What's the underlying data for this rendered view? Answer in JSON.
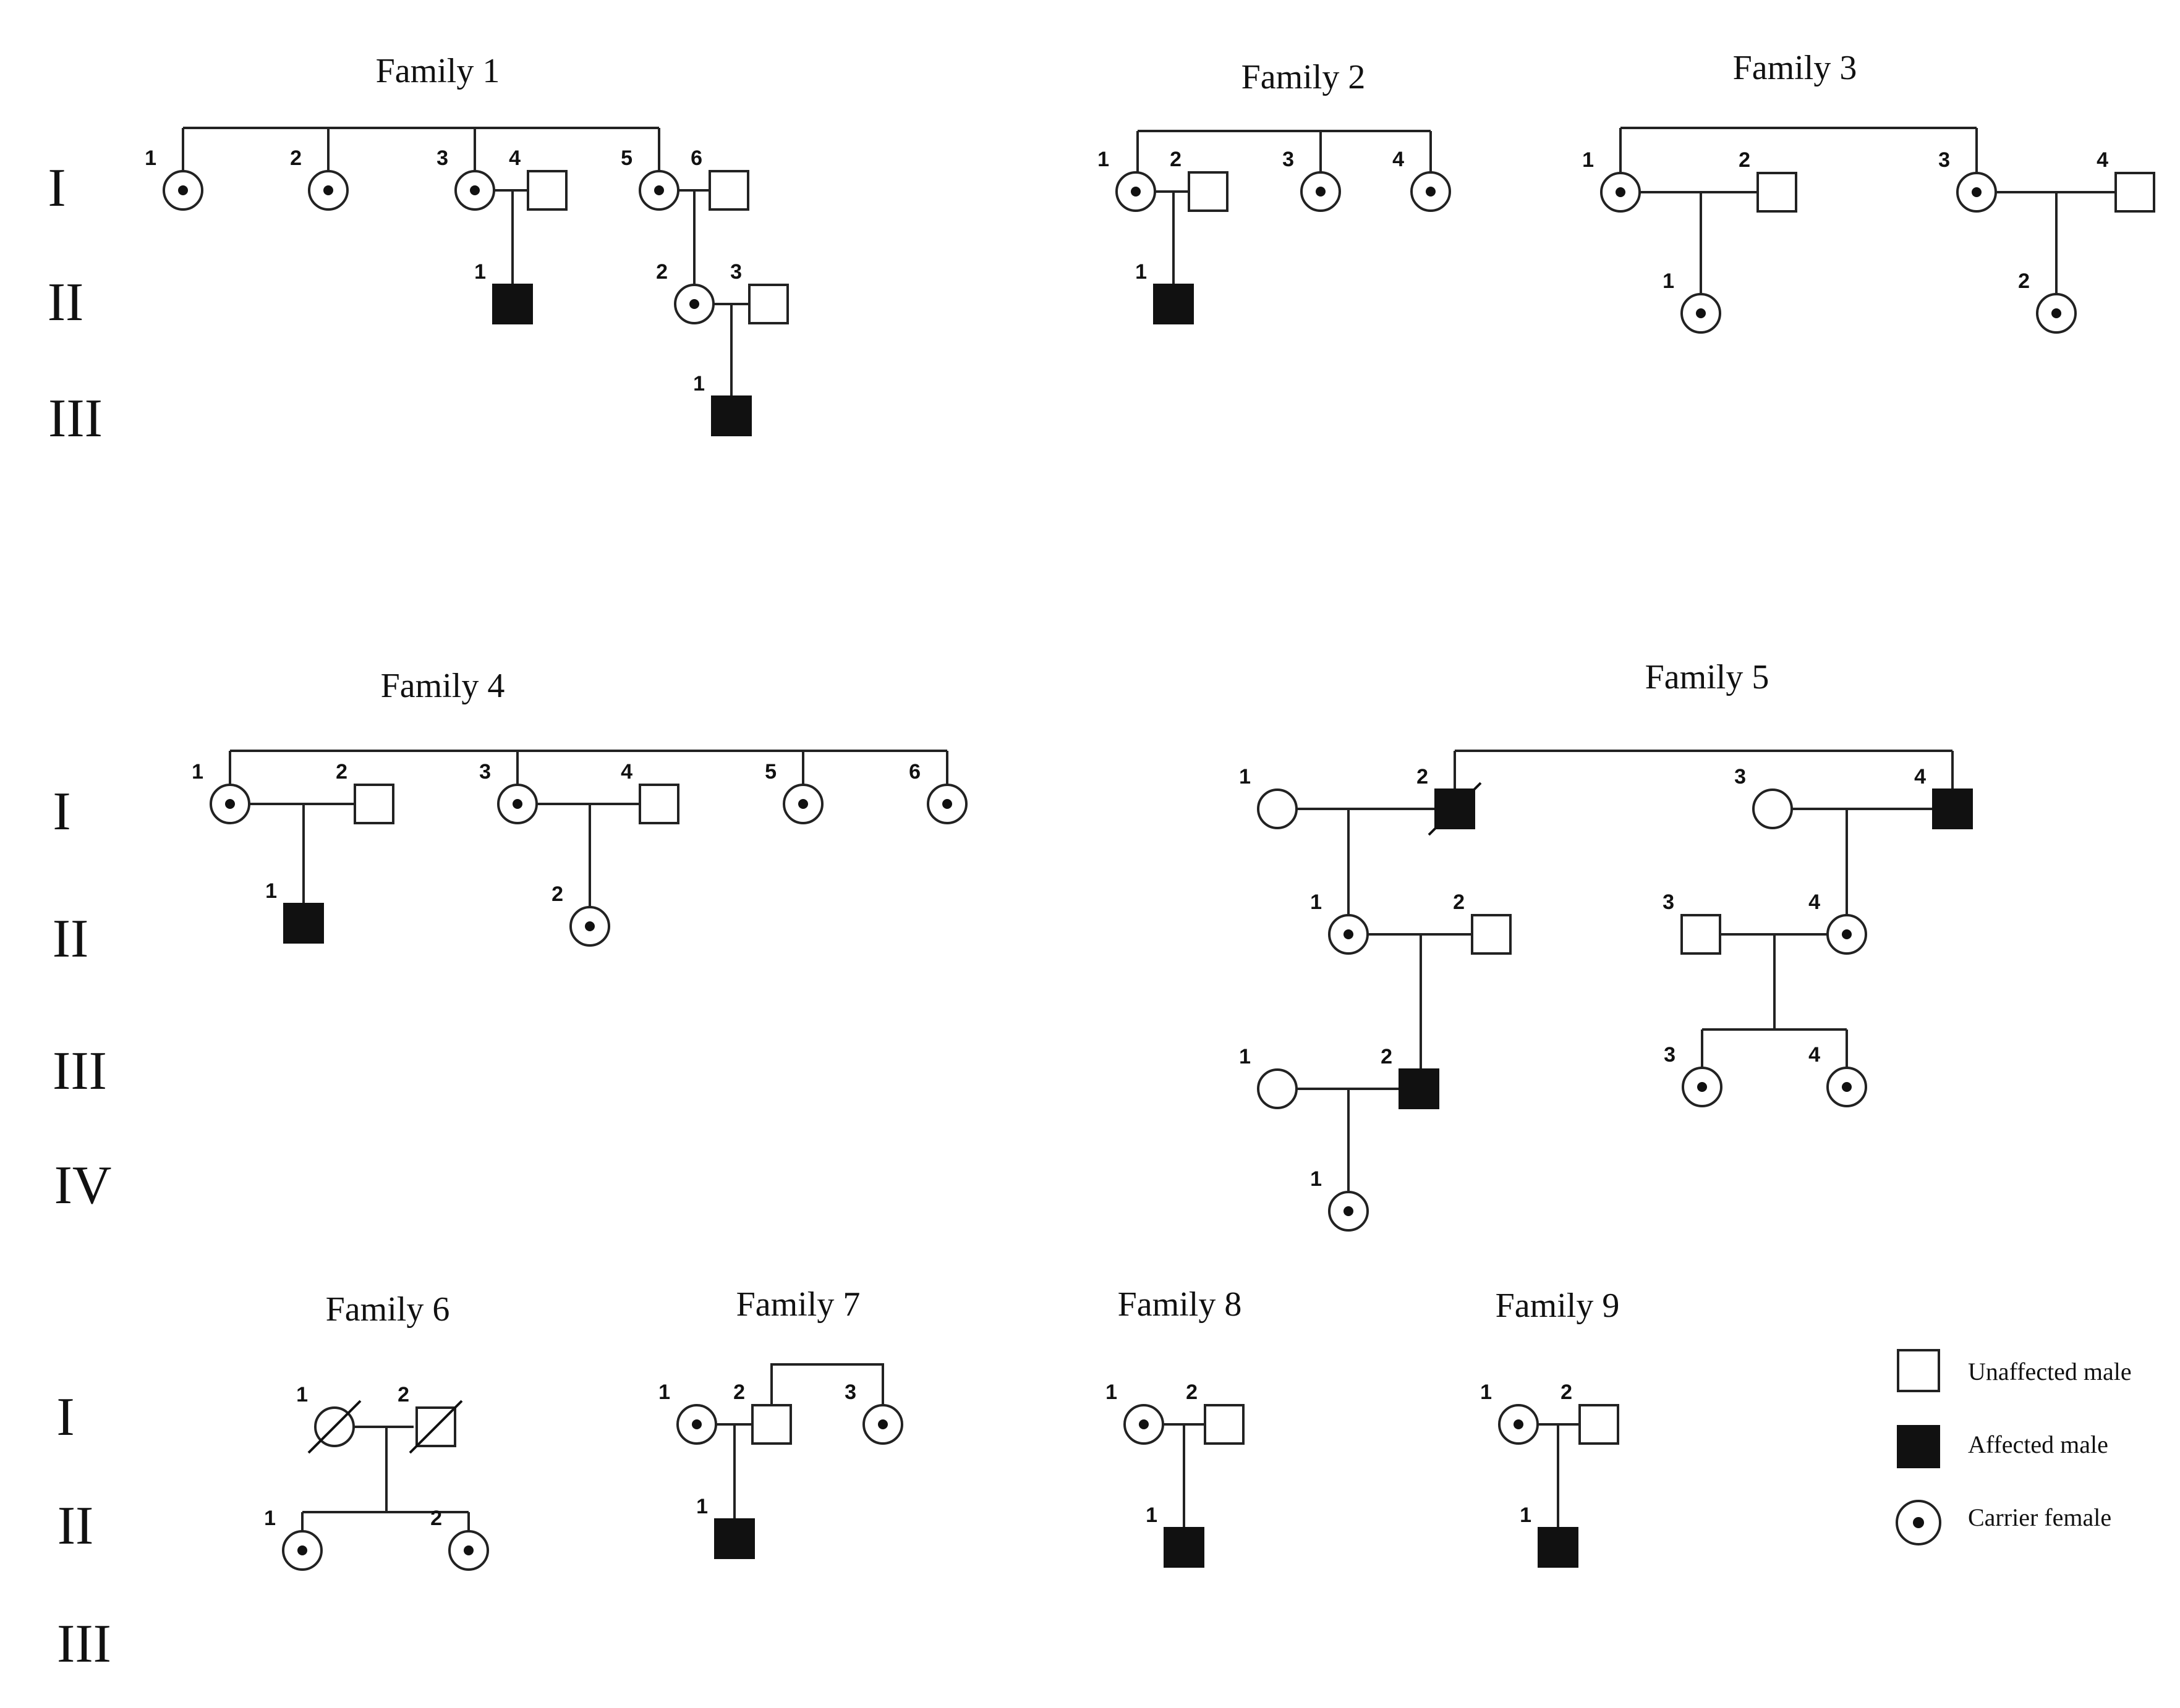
{
  "figure": {
    "legend": {
      "unaffected_male": "Unaffected male",
      "affected_male": "Affected male",
      "carrier_female": "Carrier female"
    },
    "families": [
      {
        "title": "Family 1",
        "generations": [
          "I",
          "II",
          "III"
        ],
        "individuals": [
          {
            "id": "I-1",
            "num": "1",
            "sex": "female",
            "status": "carrier"
          },
          {
            "id": "I-2",
            "num": "2",
            "sex": "female",
            "status": "carrier"
          },
          {
            "id": "I-3",
            "num": "3",
            "sex": "female",
            "status": "carrier"
          },
          {
            "id": "I-4",
            "num": "4",
            "sex": "male",
            "status": "unaffected"
          },
          {
            "id": "I-5",
            "num": "5",
            "sex": "female",
            "status": "carrier"
          },
          {
            "id": "I-6",
            "num": "6",
            "sex": "male",
            "status": "unaffected"
          },
          {
            "id": "II-1",
            "num": "1",
            "sex": "male",
            "status": "affected"
          },
          {
            "id": "II-2",
            "num": "2",
            "sex": "female",
            "status": "carrier"
          },
          {
            "id": "II-3",
            "num": "3",
            "sex": "male",
            "status": "unaffected"
          },
          {
            "id": "III-1",
            "num": "1",
            "sex": "male",
            "status": "affected"
          }
        ]
      },
      {
        "title": "Family 2",
        "generations": [],
        "individuals": [
          {
            "id": "I-1",
            "num": "1",
            "sex": "female",
            "status": "carrier"
          },
          {
            "id": "I-2",
            "num": "2",
            "sex": "male",
            "status": "unaffected"
          },
          {
            "id": "I-3",
            "num": "3",
            "sex": "female",
            "status": "carrier"
          },
          {
            "id": "I-4",
            "num": "4",
            "sex": "female",
            "status": "carrier"
          },
          {
            "id": "II-1",
            "num": "1",
            "sex": "male",
            "status": "affected"
          }
        ]
      },
      {
        "title": "Family 3",
        "generations": [],
        "individuals": [
          {
            "id": "I-1",
            "num": "1",
            "sex": "female",
            "status": "carrier"
          },
          {
            "id": "I-2",
            "num": "2",
            "sex": "male",
            "status": "unaffected"
          },
          {
            "id": "I-3",
            "num": "3",
            "sex": "female",
            "status": "carrier"
          },
          {
            "id": "I-4",
            "num": "4",
            "sex": "male",
            "status": "unaffected"
          },
          {
            "id": "II-1",
            "num": "1",
            "sex": "female",
            "status": "carrier"
          },
          {
            "id": "II-2",
            "num": "2",
            "sex": "female",
            "status": "carrier"
          }
        ]
      },
      {
        "title": "Family 4",
        "generations": [
          "I",
          "II"
        ],
        "individuals": [
          {
            "id": "I-1",
            "num": "1",
            "sex": "female",
            "status": "carrier"
          },
          {
            "id": "I-2",
            "num": "2",
            "sex": "male",
            "status": "unaffected"
          },
          {
            "id": "I-3",
            "num": "3",
            "sex": "female",
            "status": "carrier"
          },
          {
            "id": "I-4",
            "num": "4",
            "sex": "male",
            "status": "unaffected"
          },
          {
            "id": "I-5",
            "num": "5",
            "sex": "female",
            "status": "carrier"
          },
          {
            "id": "I-6",
            "num": "6",
            "sex": "female",
            "status": "carrier"
          },
          {
            "id": "II-1",
            "num": "1",
            "sex": "male",
            "status": "affected"
          },
          {
            "id": "II-2",
            "num": "2",
            "sex": "female",
            "status": "carrier"
          }
        ]
      },
      {
        "title": "Family 5",
        "generations": [
          "III",
          "IV"
        ],
        "individuals": [
          {
            "id": "I-1",
            "num": "1",
            "sex": "female",
            "status": "unaffected"
          },
          {
            "id": "I-2",
            "num": "2",
            "sex": "male",
            "status": "affected",
            "deceased": true
          },
          {
            "id": "I-3",
            "num": "3",
            "sex": "female",
            "status": "unaffected"
          },
          {
            "id": "I-4",
            "num": "4",
            "sex": "male",
            "status": "affected"
          },
          {
            "id": "II-1",
            "num": "1",
            "sex": "female",
            "status": "carrier"
          },
          {
            "id": "II-2",
            "num": "2",
            "sex": "male",
            "status": "unaffected"
          },
          {
            "id": "II-3",
            "num": "3",
            "sex": "male",
            "status": "unaffected"
          },
          {
            "id": "II-4",
            "num": "4",
            "sex": "female",
            "status": "carrier"
          },
          {
            "id": "III-1",
            "num": "1",
            "sex": "female",
            "status": "unaffected"
          },
          {
            "id": "III-2",
            "num": "2",
            "sex": "male",
            "status": "affected"
          },
          {
            "id": "III-3",
            "num": "3",
            "sex": "female",
            "status": "carrier"
          },
          {
            "id": "III-4",
            "num": "4",
            "sex": "female",
            "status": "carrier"
          },
          {
            "id": "IV-1",
            "num": "1",
            "sex": "female",
            "status": "carrier"
          }
        ]
      },
      {
        "title": "Family 6",
        "generations": [
          "I",
          "II",
          "III"
        ],
        "individuals": [
          {
            "id": "I-1",
            "num": "1",
            "sex": "female",
            "status": "unaffected",
            "deceased": true
          },
          {
            "id": "I-2",
            "num": "2",
            "sex": "male",
            "status": "unaffected",
            "deceased": true
          },
          {
            "id": "II-1",
            "num": "1",
            "sex": "female",
            "status": "carrier"
          },
          {
            "id": "II-2",
            "num": "2",
            "sex": "female",
            "status": "carrier"
          }
        ]
      },
      {
        "title": "Family 7",
        "generations": [],
        "individuals": [
          {
            "id": "I-1",
            "num": "1",
            "sex": "female",
            "status": "carrier"
          },
          {
            "id": "I-2",
            "num": "2",
            "sex": "male",
            "status": "unaffected"
          },
          {
            "id": "I-3",
            "num": "3",
            "sex": "female",
            "status": "carrier"
          },
          {
            "id": "II-1",
            "num": "1",
            "sex": "male",
            "status": "affected"
          }
        ]
      },
      {
        "title": "Family 8",
        "generations": [],
        "individuals": [
          {
            "id": "I-1",
            "num": "1",
            "sex": "female",
            "status": "carrier"
          },
          {
            "id": "I-2",
            "num": "2",
            "sex": "male",
            "status": "unaffected"
          },
          {
            "id": "II-1",
            "num": "1",
            "sex": "male",
            "status": "affected"
          }
        ]
      },
      {
        "title": "Family 9",
        "generations": [],
        "individuals": [
          {
            "id": "I-1",
            "num": "1",
            "sex": "female",
            "status": "carrier"
          },
          {
            "id": "I-2",
            "num": "2",
            "sex": "male",
            "status": "unaffected"
          },
          {
            "id": "II-1",
            "num": "1",
            "sex": "male",
            "status": "affected"
          }
        ]
      }
    ]
  }
}
